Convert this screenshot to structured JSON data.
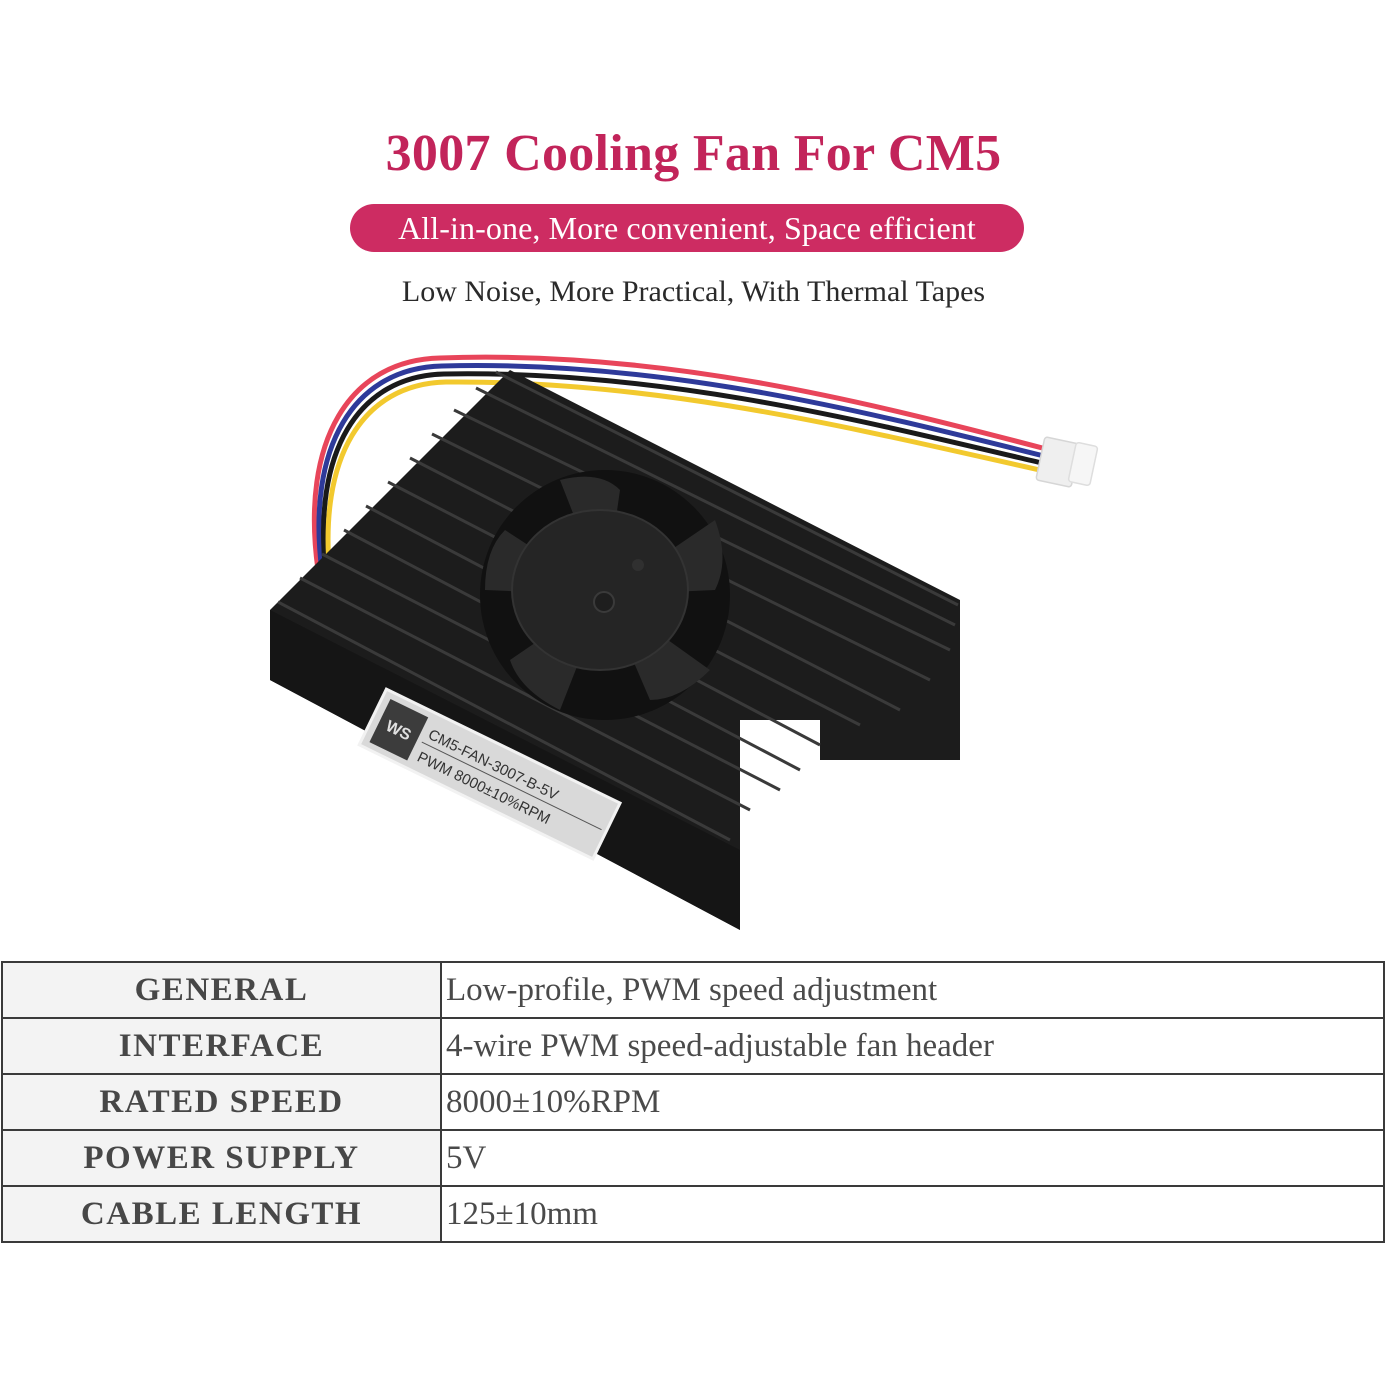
{
  "header": {
    "title": "3007 Cooling Fan For CM5",
    "tagline": "All-in-one, More convenient, Space efficient",
    "subtitle": "Low Noise, More Practical, With Thermal Tapes"
  },
  "colors": {
    "accent": "#c2245a",
    "pill_bg": "#cd2c62",
    "table_border": "#3a3a3a",
    "label_bg": "#f3f3f3"
  },
  "product_image": {
    "alt": "Black aluminum heatsink with 3007 fan and 4-wire cable",
    "label_line1": "CM5-FAN-3007-B-5V",
    "label_line2": "PWM 8000±10%RPM",
    "logo": "WS",
    "wire_colors": [
      "#e8455a",
      "#2e3a9a",
      "#1a1a1a",
      "#f2c92e"
    ]
  },
  "specs": [
    {
      "label": "GENERAL",
      "value": "Low-profile, PWM speed adjustment"
    },
    {
      "label": "INTERFACE",
      "value": "4-wire PWM speed-adjustable fan header"
    },
    {
      "label": "RATED SPEED",
      "value": "8000±10%RPM"
    },
    {
      "label": "POWER SUPPLY",
      "value": "5V"
    },
    {
      "label": "CABLE LENGTH",
      "value": "125±10mm"
    }
  ]
}
